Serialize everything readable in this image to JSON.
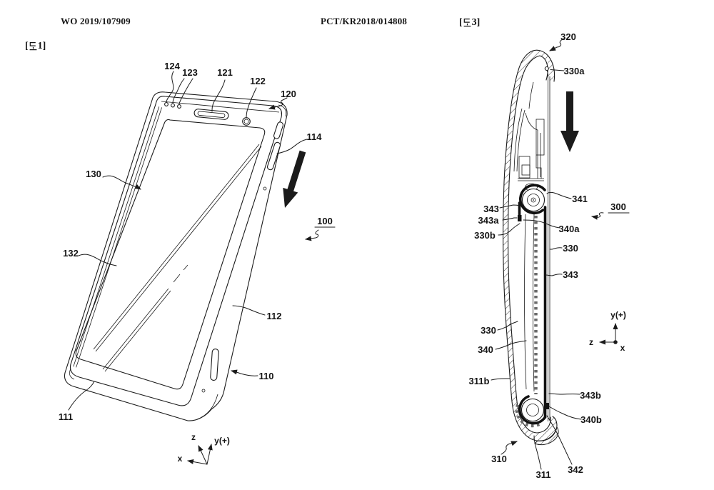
{
  "header": {
    "doc_number_left": "WO 2019/107909",
    "doc_number_right": "PCT/KR2018/014808"
  },
  "colors": {
    "ink": "#1b1b1b",
    "paper": "#ffffff"
  },
  "figures": {
    "fig1": {
      "tag_full": "[도1]",
      "tag_prefix": "[",
      "tag_hangul": "도",
      "tag_suffix": "1]",
      "labels": {
        "l100": "100",
        "l110": "110",
        "l111": "111",
        "l112": "112",
        "l114": "114",
        "l120": "120",
        "l121": "121",
        "l122": "122",
        "l123": "123",
        "l124": "124",
        "l130": "130",
        "l132": "132"
      },
      "axes": {
        "x": "x",
        "y": "y(+)",
        "z": "z"
      }
    },
    "fig3": {
      "tag_full": "[도3]",
      "tag_prefix": "[",
      "tag_hangul": "도",
      "tag_suffix": "3]",
      "labels": {
        "l300": "300",
        "l310": "310",
        "l311": "311",
        "l311b": "311b",
        "l320": "320",
        "l330_left": "330",
        "l330_right": "330",
        "l330a": "330a",
        "l330b": "330b",
        "l340": "340",
        "l340a": "340a",
        "l340b": "340b",
        "l341": "341",
        "l342": "342",
        "l343_upper": "343",
        "l343_right": "343",
        "l343a": "343a",
        "l343b": "343b"
      },
      "axes": {
        "x": "x",
        "y": "y(+)",
        "z": "z"
      }
    }
  }
}
